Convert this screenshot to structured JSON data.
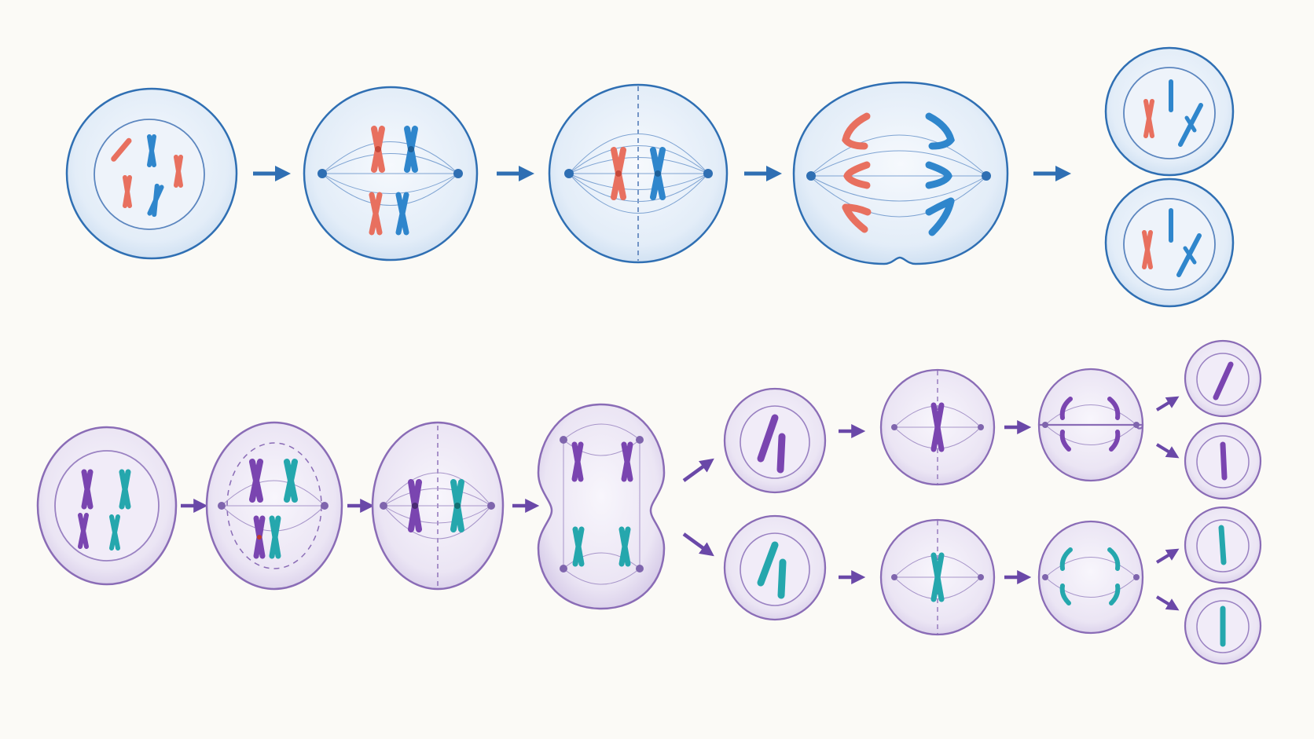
{
  "colors": {
    "background": "#fbfaf6",
    "mitosis_membrane": "#2f6fb3",
    "mitosis_fill": "#dbe8f6",
    "meiosis_membrane": "#8a6cb6",
    "meiosis_fill": "#e6def1",
    "chromosome_red": "#e8705f",
    "chromosome_blue": "#2f86cc",
    "chromosome_purple": "#7a45b0",
    "chromosome_teal": "#25a7ad",
    "arrow_blue": "#2f6fb3",
    "arrow_purple": "#6a48a8"
  },
  "rows": {
    "mitosis": {
      "process": "mitosis",
      "stages": [
        "interphase",
        "prophase",
        "metaphase",
        "anaphase",
        "telophase",
        "daughter-cells"
      ],
      "daughter_cell_count": 2
    },
    "meiosis": {
      "process": "meiosis",
      "stages": [
        "interphase",
        "prophase-i",
        "metaphase-i",
        "anaphase-i",
        "telophase-i",
        "metaphase-ii",
        "anaphase-ii",
        "gametes"
      ],
      "gamete_count": 4
    }
  }
}
